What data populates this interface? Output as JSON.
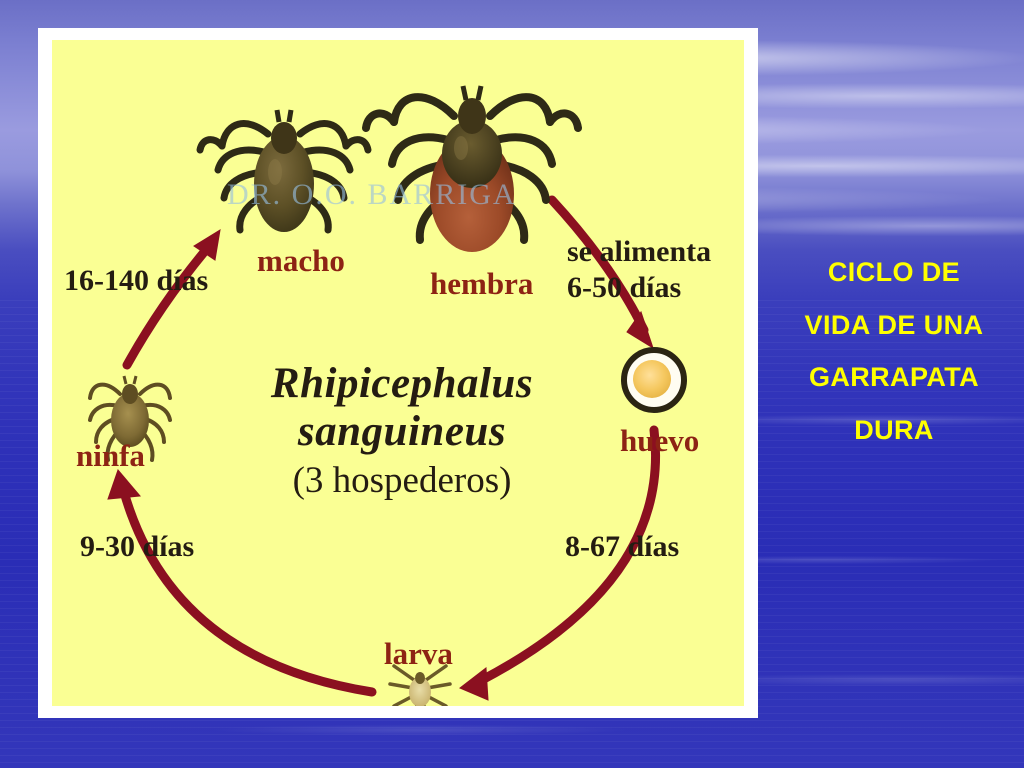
{
  "slide": {
    "title_lines": [
      "CICLO DE",
      "VIDA DE UNA",
      "GARRAPATA",
      "DURA"
    ],
    "title_color": "#ffff00",
    "background_color": "#2d30b8"
  },
  "figure": {
    "panel_color": "#faff94",
    "frame_color": "#ffffff",
    "arrow_color": "#8b1020",
    "watermark": "DR. O.O. BARRIGA",
    "species": {
      "genus": "Rhipicephalus",
      "epithet": "sanguineus",
      "hosts": "(3 hospederos)"
    },
    "stages": [
      {
        "id": "macho",
        "label": "macho",
        "color": "#8d2314"
      },
      {
        "id": "hembra",
        "label": "hembra",
        "color": "#8d2314"
      },
      {
        "id": "huevo",
        "label": "huevo",
        "color": "#8d2314"
      },
      {
        "id": "larva",
        "label": "larva",
        "color": "#8d2314"
      },
      {
        "id": "ninfa",
        "label": "ninfa",
        "color": "#8d2314"
      }
    ],
    "durations": {
      "nymph_to_adult": "16-140 días",
      "feeding_line1": "se alimenta",
      "feeding_line2": "6-50 días",
      "larva_to_nymph": "9-30 días",
      "egg_to_larva": "8-67 días"
    }
  }
}
